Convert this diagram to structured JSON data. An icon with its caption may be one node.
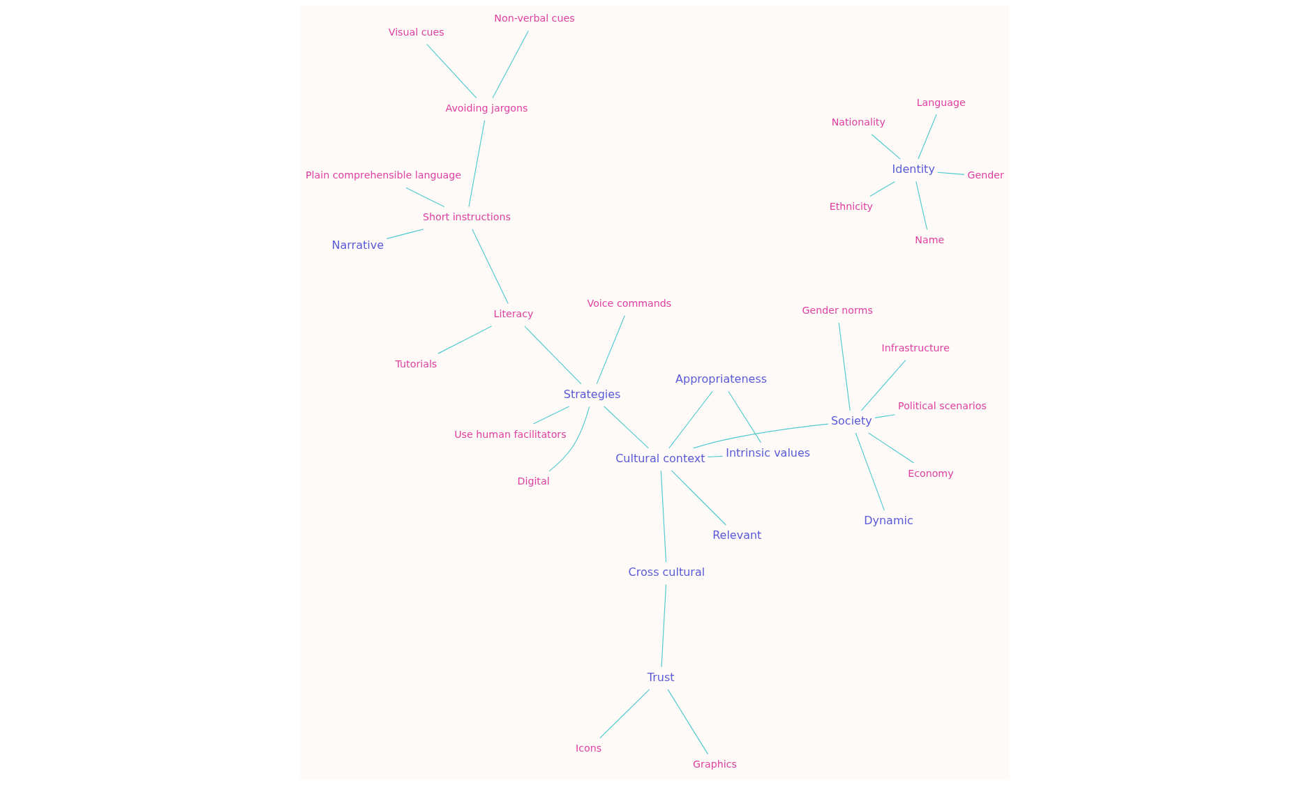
{
  "diagram": {
    "nodes": [
      {
        "text": [
          "Use human facilitators"
        ]
      },
      {
        "text": [
          "Voice commands"
        ]
      },
      {
        "text": [
          "Ethnicity"
        ]
      },
      {
        "text": [
          "Gender"
        ]
      },
      {
        "text": [
          "Digital"
        ]
      },
      {
        "text": [
          "Name"
        ]
      },
      {
        "text": [
          "Language"
        ]
      },
      {
        "text": [
          "Tutorials"
        ]
      },
      {
        "text": [
          "Identity"
        ]
      },
      {
        "text": [
          "Intrinsic values"
        ]
      },
      {
        "text": [
          "Appropriateness"
        ]
      },
      {
        "text": [
          "Nationality"
        ]
      },
      {
        "text": [
          "Literacy"
        ]
      },
      {
        "text": [
          "Strategies"
        ]
      },
      {
        "text": [
          "Cross cultural"
        ]
      },
      {
        "text": [
          "Dynamic"
        ]
      },
      {
        "text": [
          "Cultural context"
        ]
      },
      {
        "text": [
          "Narrative"
        ]
      },
      {
        "text": [
          "Short instructions"
        ]
      },
      {
        "text": [
          "Society"
        ]
      },
      {
        "text": [
          "Trust"
        ]
      },
      {
        "text": [
          "Relevant"
        ]
      },
      {
        "text": [
          "Economy"
        ]
      },
      {
        "text": [
          "Plain comprehensible language"
        ]
      },
      {
        "text": [
          "Gender norms"
        ]
      },
      {
        "text": [
          "Infrastructure"
        ]
      },
      {
        "text": [
          "Icons"
        ]
      },
      {
        "text": [
          "Visual cues"
        ]
      },
      {
        "text": [
          "Political scenarios"
        ]
      },
      {
        "text": [
          "Avoiding jargons"
        ]
      },
      {
        "text": [
          "Non-verbal cues"
        ]
      },
      {
        "text": [
          "Graphics"
        ]
      }
    ],
    "edges": [
      {
        "from": 16,
        "to": 13,
        "arrow": "none"
      },
      {
        "from": 16,
        "to": 9,
        "arrow": "none"
      },
      {
        "from": 16,
        "to": 10,
        "arrow": "none"
      },
      {
        "from": 9,
        "to": 10,
        "arrow": "none"
      },
      {
        "from": 16,
        "to": 14,
        "arrow": "none"
      },
      {
        "from": 16,
        "to": 21,
        "arrow": "none"
      },
      {
        "from": 16,
        "to": 19,
        "arrow": "none"
      },
      {
        "from": 13,
        "to": 4,
        "arrow": "none"
      },
      {
        "from": 13,
        "to": 1,
        "arrow": "none"
      },
      {
        "from": 13,
        "to": 0,
        "arrow": "none"
      },
      {
        "from": 13,
        "to": 12,
        "arrow": "none"
      },
      {
        "from": 12,
        "to": 7,
        "arrow": "none"
      },
      {
        "from": 12,
        "to": 18,
        "arrow": "none"
      },
      {
        "from": 18,
        "to": 17,
        "arrow": "none"
      },
      {
        "from": 18,
        "to": 23,
        "arrow": "none"
      },
      {
        "from": 18,
        "to": 29,
        "arrow": "none"
      },
      {
        "from": 29,
        "to": 27,
        "arrow": "none"
      },
      {
        "from": 29,
        "to": 30,
        "arrow": "none"
      },
      {
        "from": 8,
        "to": 2,
        "arrow": "none"
      },
      {
        "from": 8,
        "to": 3,
        "arrow": "none"
      },
      {
        "from": 8,
        "to": 5,
        "arrow": "none"
      },
      {
        "from": 8,
        "to": 6,
        "arrow": "none"
      },
      {
        "from": 8,
        "to": 11,
        "arrow": "none"
      },
      {
        "from": 19,
        "to": 15,
        "arrow": "none"
      },
      {
        "from": 19,
        "to": 22,
        "arrow": "none"
      },
      {
        "from": 19,
        "to": 24,
        "arrow": "none"
      },
      {
        "from": 19,
        "to": 25,
        "arrow": "none"
      },
      {
        "from": 19,
        "to": 28,
        "arrow": "none"
      },
      {
        "from": 20,
        "to": 14,
        "arrow": "none"
      },
      {
        "from": 20,
        "to": 26,
        "arrow": "none"
      },
      {
        "from": 20,
        "to": 31,
        "arrow": "none"
      }
    ]
  }
}
